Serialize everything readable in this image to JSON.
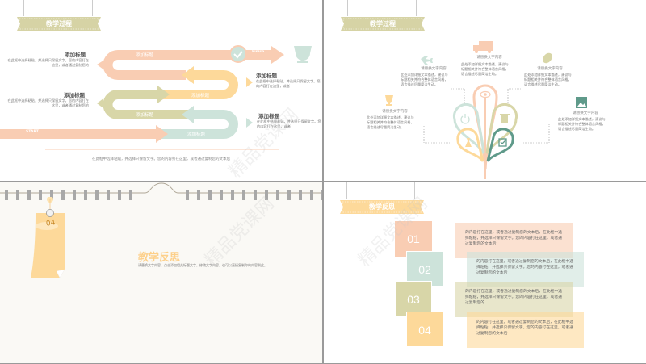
{
  "slide1": {
    "banner": "教学过程",
    "finish": "Finish",
    "start": "START",
    "arrow_label": "添加标题",
    "items": [
      {
        "title": "添加标题",
        "desc": "在此框中选择粘贴，并选择只保留文字。您的内容打在这里，或者通过复制您的"
      },
      {
        "title": "添加标题",
        "desc": "在此框中选择粘贴，并选择只保留文字。您的内容打在这里，或者"
      },
      {
        "title": "添加标题",
        "desc": "在此框中选择粘贴，并选择只保留文字。您的内容打在这里，或者通过复制您的"
      },
      {
        "title": "添加标题",
        "desc": "在此框中选择粘贴，并选择只保留文字。您的内容打在这里，或者"
      }
    ],
    "footer": "在此框中选择粘贴，并选择只保留文字。您的内容打在这里，或者通过复制您的文本后",
    "colors": {
      "peach": "#f9cdb3",
      "yellow": "#fdd99a",
      "olive": "#d8d6a8",
      "mint": "#cde3da"
    }
  },
  "slide2": {
    "banner": "教学过程",
    "items": [
      {
        "title": "请替换文字内容",
        "desc": "此处添加详细文本描述，建议与标题相关并符合整体语言风格，语言描述尽量简洁生动。",
        "icon": "truck-icon"
      },
      {
        "title": "请替换文字内容",
        "desc": "此处添加详细文本描述，建议与标题相关并符合整体语言风格，语言描述尽量简洁生动。",
        "icon": "airplane-icon"
      },
      {
        "title": "请替换文字内容",
        "desc": "此处添加详细文本描述，建议与标题相关并符合整体语言风格，语言描述尽量简洁生动。",
        "icon": "leaf-icon"
      },
      {
        "title": "请替换文字内容",
        "desc": "此处添加详细文本描述，建议与标题相关并符合整体语言风格，语言描述尽量简洁生动。",
        "icon": "trophy-icon"
      },
      {
        "title": "请替换文字内容",
        "desc": "此处添加详细文本描述，建议与标题相关并符合整体语言风格，语言描述尽量简洁生动。",
        "icon": "image-icon"
      }
    ]
  },
  "slide3": {
    "tag_number": "04",
    "title": "教学反思",
    "subtitle": "请替换文字内容，点击添加相关标题文字，修改文字内容，也可以直接复制你的内容到此。"
  },
  "slide4": {
    "banner": "教学反思",
    "items": [
      {
        "num": "01",
        "text": "的内容打在这里，或者通过复制您的文本后，在此框中选择粘贴，并选择只保留文字。您的内容打在这里，或者通过复制您的文本后，",
        "color": "#f9cdb3"
      },
      {
        "num": "02",
        "text": "的内容打在这里，或者通过复制您的文本后，在此框中选择粘贴，并选择只保留文字。您的内容打在这里，或者通过复制您的文本后",
        "color": "#cde3da"
      },
      {
        "num": "03",
        "text": "的内容打在这里，或者通过复制您的文本后，在此框中选择粘贴，并选择只保留文字。您的内容打在这里，或者通过复制您的",
        "color": "#d8d6a8"
      },
      {
        "num": "04",
        "text": "的内容打在这里，或者通过复制您的文本后，在此框中选择粘贴，并选择只保留文字。您的内容打在这里，或者通过复制您的文本后",
        "color": "#fdd99a"
      }
    ]
  },
  "watermark": "精品党课网"
}
